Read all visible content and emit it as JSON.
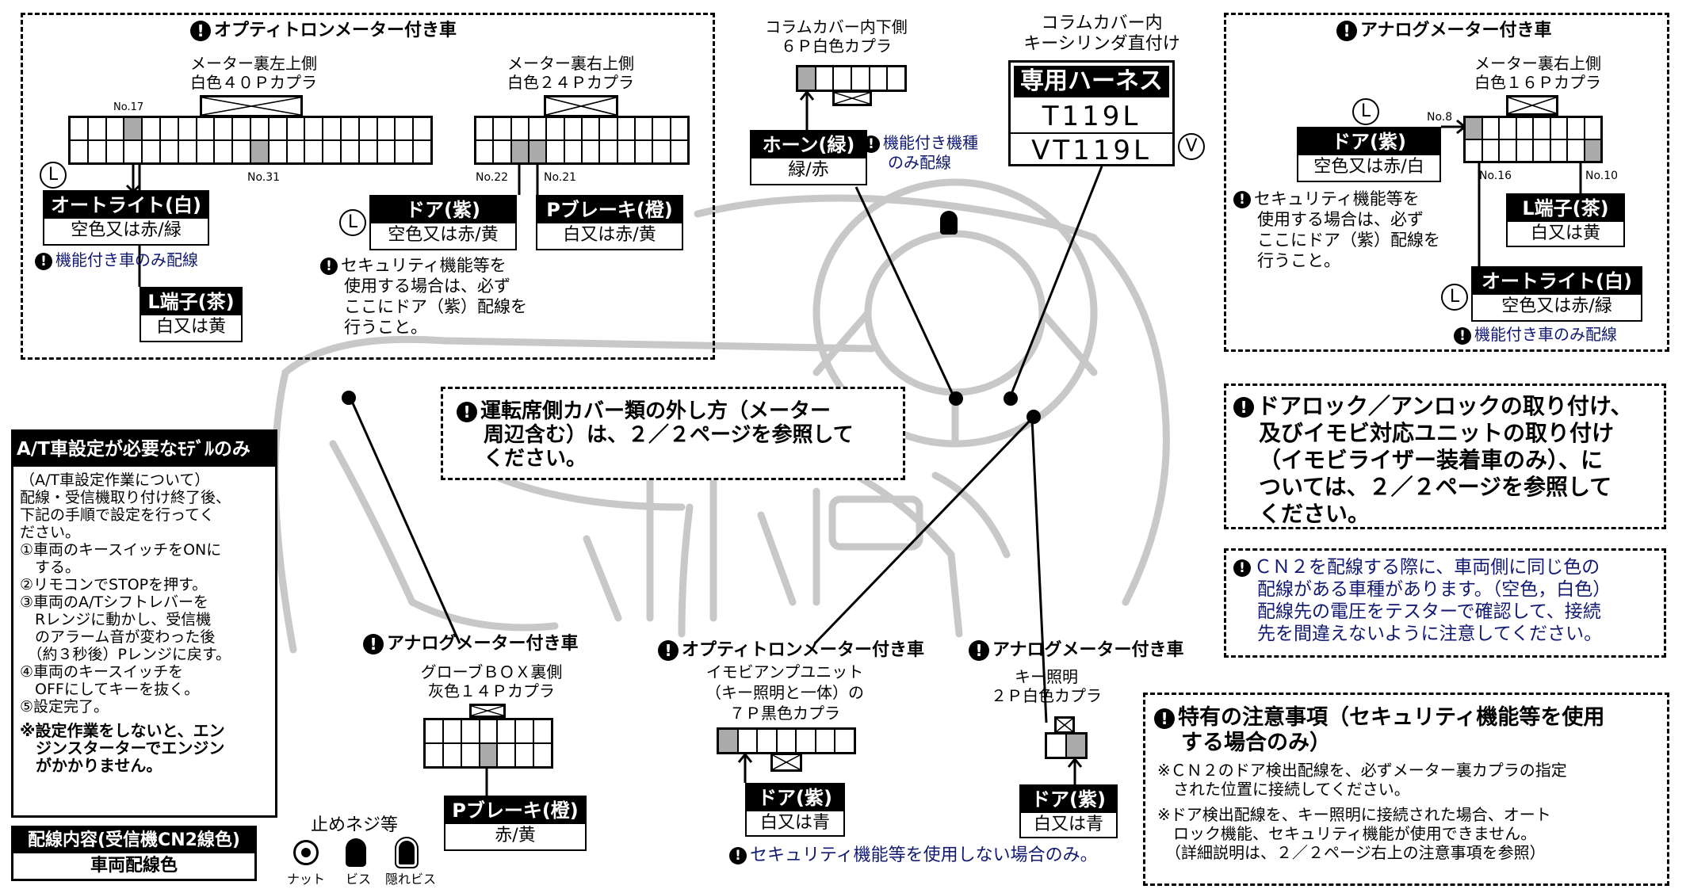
{
  "colors": {
    "gray_pin": "#aaaaaa",
    "blue_text": "#111a70",
    "dashboard_lines": "#c8c8c8"
  },
  "optitron": {
    "title": "オプティトロンメーター付き車",
    "left_conn_caption1": "メーター裏左上側",
    "left_conn_caption2": "白色４０Ｐカプラ",
    "right_conn_caption1": "メーター裏右上側",
    "right_conn_caption2": "白色２４Ｐカプラ",
    "no17": "No.17",
    "no31": "No.31",
    "no22": "No.22",
    "no21": "No.21",
    "autolight_head": "オートライト(白)",
    "autolight_body": "空色又は赤/緑",
    "autolight_note": "機能付き車のみ配線",
    "lterm_head": "L端子(茶)",
    "lterm_body": "白又は黄",
    "door_head": "ドア(紫)",
    "door_body": "空色又は赤/黄",
    "pbrake_head": "Pブレーキ(橙)",
    "pbrake_body": "白又は赤/黄",
    "security_note": [
      "セキュリティ機能等を",
      "使用する場合は、必ず",
      "ここにドア（紫）配線を",
      "行うこと。"
    ],
    "circle_L": "L"
  },
  "column": {
    "caption1": "コラムカバー内下側",
    "caption2": "６Ｐ白色カプラ",
    "horn_head": "ホーン(緑)",
    "horn_body": "緑/赤",
    "horn_note1": "機能付き機種",
    "horn_note2": "のみ配線"
  },
  "harness": {
    "caption1": "コラムカバー内",
    "caption2": "キーシリンダ直付け",
    "head": "専用ハーネス",
    "model1": "T119L",
    "model2": "VT119L",
    "circle_V": "V"
  },
  "analog_top": {
    "title": "アナログメーター付き車",
    "caption1": "メーター裏右上側",
    "caption2": "白色１６Ｐカプラ",
    "no8": "No.8",
    "no16": "No.16",
    "no10": "No.10",
    "door_head": "ドア(紫)",
    "door_body": "空色又は赤/白",
    "security_note": [
      "セキュリティ機能等を",
      "使用する場合は、必ず",
      "ここにドア（紫）配線を",
      "行うこと。"
    ],
    "lterm_head": "L端子(茶)",
    "lterm_body": "白又は黄",
    "autolight_head": "オートライト(白)",
    "autolight_body": "空色又は赤/緑",
    "autolight_note": "機能付き車のみ配線",
    "circle_L": "L"
  },
  "driver_cover_note": [
    "運転席側カバー類の外し方（メーター",
    "周辺含む）は、２／２ページを参照して",
    "ください。"
  ],
  "door_lock_note": [
    "ドアロック／アンロックの取り付け、",
    "及びイモビ対応ユニットの取り付け",
    "（イモビライザー装着車のみ）、に",
    "ついては、２／２ページを参照して",
    "ください。"
  ],
  "cn2_note": [
    "ＣＮ２を配線する際に、車両側に同じ色の",
    "配線がある車種があります。（空色，白色）",
    "配線先の電圧をテスターで確認して、接続",
    "先を間違えないように注意してください。"
  ],
  "at_box": {
    "title": "A/T車設定が必要なﾓﾃﾞﾙのみ",
    "lines": [
      "（A/T車設定作業について）",
      "配線・受信機取り付け終了後、",
      "下記の手順で設定を行ってく",
      "ださい。",
      "①車両のキースイッチをONに",
      "　する。",
      "②リモコンでSTOPを押す。",
      "③車両のA/Tシフトレバーを",
      "　Rレンジに動かし、受信機",
      "　のアラーム音が変わった後",
      "　（約３秒後）Pレンジに戻す。",
      "④車両のキースイッチを",
      "　OFFにしてキーを抜く。",
      "⑤設定完了。"
    ],
    "warning_lines": [
      "※設定作業をしないと、エン",
      "　ジンスターターでエンジン",
      "　がかかりません。"
    ]
  },
  "wiring_box": {
    "head": "配線内容(受信機CN2線色)",
    "body": "車両配線色"
  },
  "fasteners": {
    "title": "止めネジ等",
    "nut": "ナット",
    "screw": "ビス",
    "hidden_screw": "隠れビス"
  },
  "glovebox": {
    "title": "アナログメーター付き車",
    "caption1": "グローブＢＯＸ裏側",
    "caption2": "灰色１４Ｐカプラ",
    "pbrake_head": "Pブレーキ(橙)",
    "pbrake_body": "赤/黄"
  },
  "immobi": {
    "title": "オプティトロンメーター付き車",
    "caption1": "イモビアンプユニット",
    "caption2": "（キー照明と一体）の",
    "caption3": "７Ｐ黒色カプラ",
    "door_head": "ドア(紫)",
    "door_body": "白又は青"
  },
  "keylight": {
    "title": "アナログメーター付き車",
    "caption1": "キー照明",
    "caption2": "２Ｐ白色カプラ",
    "door_head": "ドア(紫)",
    "door_body": "白又は青"
  },
  "no_security_note": "セキュリティ機能等を使用しない場合のみ。",
  "special": {
    "title1": "特有の注意事項（セキュリティ機能等を使用",
    "title2": "する場合のみ）",
    "lines1": [
      "※ＣＮ２のドア検出配線を、必ずメーター裏カプラの指定",
      "　された位置に接続してください。"
    ],
    "lines2": [
      "※ドア検出配線を、キー照明に接続された場合、オート",
      "　ロック機能、セキュリティ機能が使用できません。",
      "　（詳細説明は、２／２ページ右上の注意事項を参照）"
    ]
  }
}
